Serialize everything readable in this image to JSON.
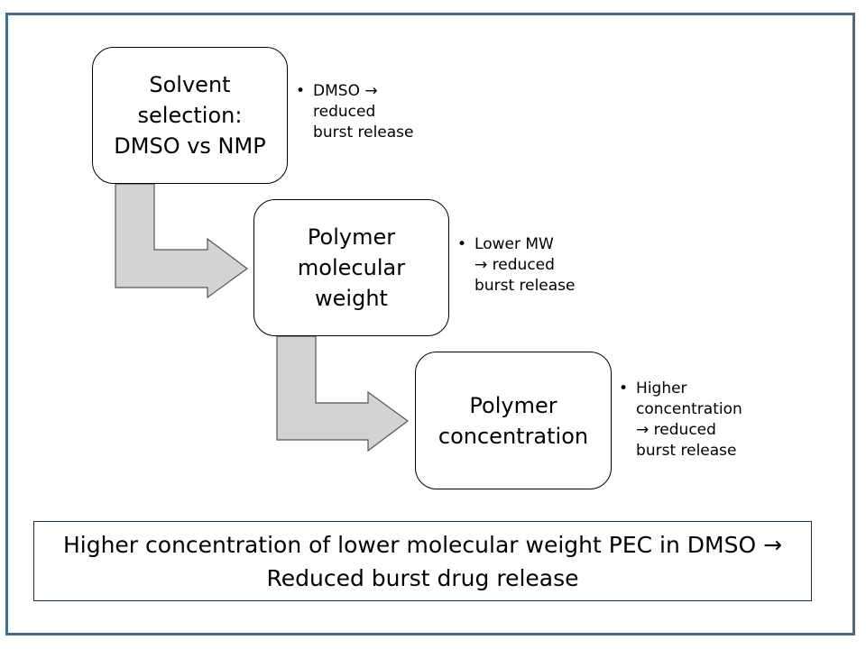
{
  "steps": [
    {
      "label": "Solvent\nselection:\nDMSO vs NMP",
      "note": "DMSO →\nreduced\nburst release"
    },
    {
      "label": "Polymer\nmolecular\nweight",
      "note": "Lower MW\n→ reduced\nburst release"
    },
    {
      "label": "Polymer\nconcentration",
      "note": "Higher\nconcentration\n→ reduced\nburst release"
    }
  ],
  "bullet": "•",
  "conclusion": "Higher concentration of lower molecular weight PEC in DMSO →\nReduced burst drug release",
  "colors": {
    "frame": "#4a6a8a",
    "arrow_fill": "#d3d3d3",
    "arrow_stroke": "#555555"
  }
}
